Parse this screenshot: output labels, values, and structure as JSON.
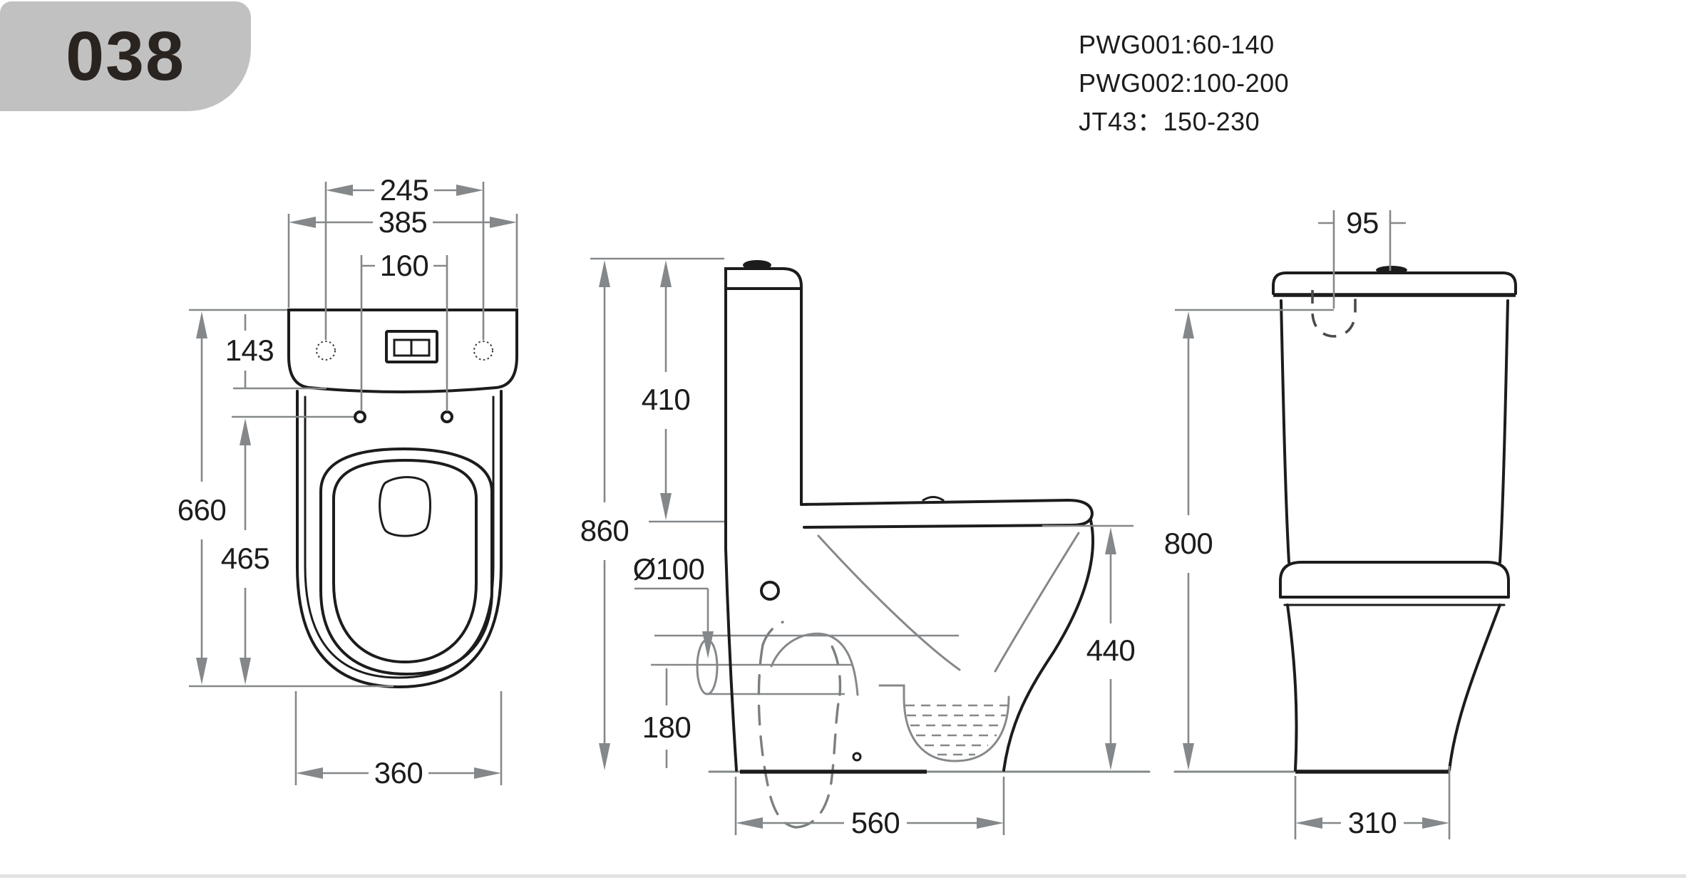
{
  "header": {
    "badge": "038"
  },
  "notes": {
    "line1": "PWG001:60-140",
    "line2": "PWG002:100-200",
    "line3": "JT43：150-230"
  },
  "plan_view": {
    "dim_fixing_holes": "245",
    "dim_tank_width": "385",
    "dim_hinge_spacing": "160",
    "dim_tank_depth": "143",
    "dim_total_depth": "660",
    "dim_bowl_depth": "465",
    "dim_bowl_width": "360"
  },
  "side_view": {
    "dim_total_height": "860",
    "dim_tank_height": "410",
    "dim_outlet_diameter": "Ø100",
    "dim_outlet_height": "180",
    "dim_seat_height": "440",
    "dim_depth": "560"
  },
  "front_view": {
    "dim_inlet_offset": "95",
    "dim_height": "800",
    "dim_base_width": "310"
  },
  "colors": {
    "outline": "#1c1c1c",
    "dimension": "#85888a",
    "badge_background": "#c2c1c1"
  }
}
